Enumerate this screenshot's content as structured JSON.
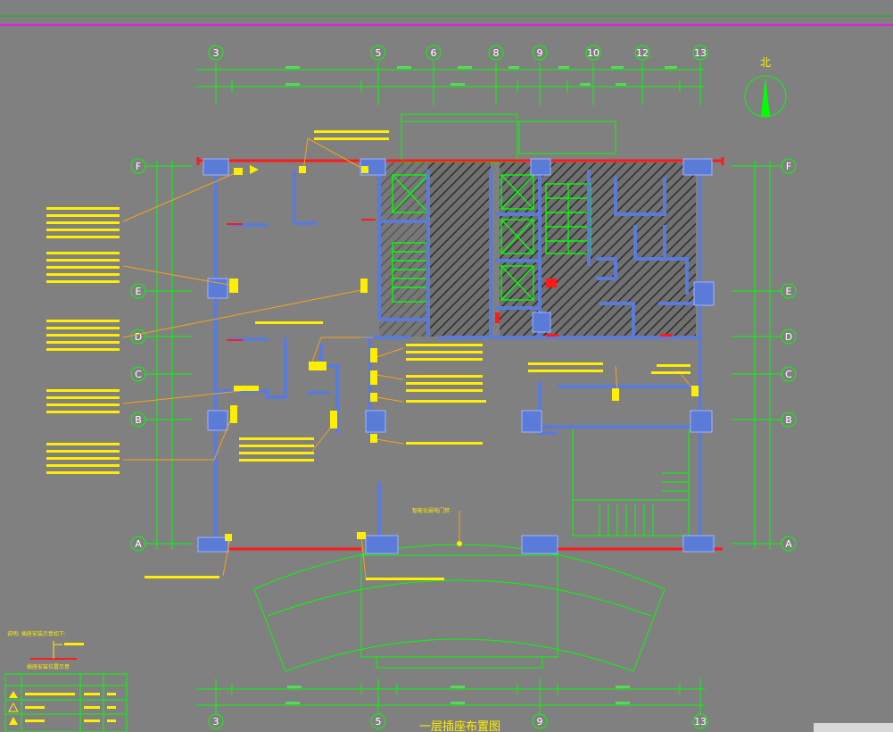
{
  "drawing": {
    "title": "一层插座布置图",
    "north_label": "北"
  },
  "top_axes": [
    "3",
    "5",
    "6",
    "8",
    "9",
    "10",
    "12",
    "13"
  ],
  "bottom_axes": [
    "3",
    "5",
    "9",
    "13"
  ],
  "row_axes": [
    "F",
    "E",
    "D",
    "C",
    "B",
    "A"
  ],
  "legend": {
    "title": "说明: 插座安装示意如下:",
    "note": "插座安装位置示意"
  },
  "annotations": {
    "center_note": "智能化弱电门禁"
  },
  "colors": {
    "background": "#808080",
    "wall_fill": "#5a7bd8",
    "wall_stroke": "#9fb4ff",
    "exterior_red": "#ff1a1a",
    "dimension_green": "#00ff00",
    "label_yellow": "#ffee00",
    "leader_orange": "#f3a318",
    "hatch_dark": "#3c3c3c",
    "magenta_line": "#e020e0"
  }
}
